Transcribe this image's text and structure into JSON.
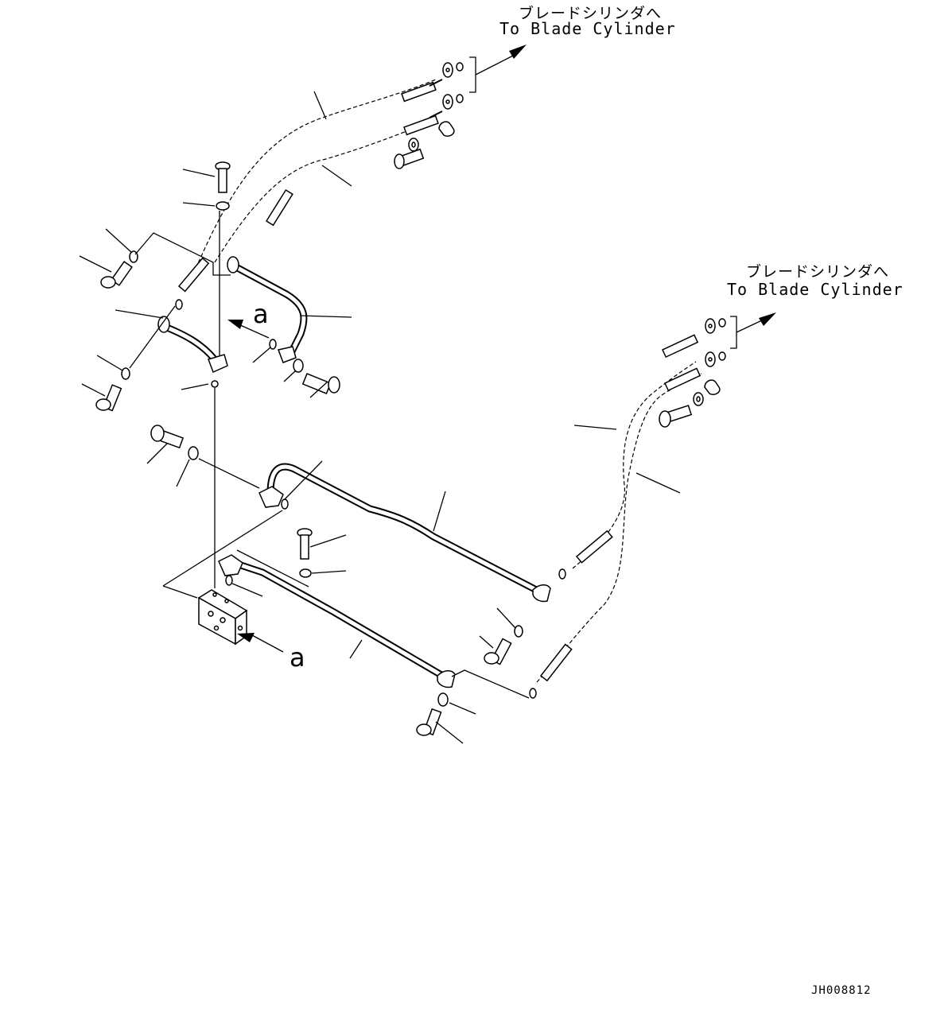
{
  "labels": {
    "top_dest_jp": "ブレードシリンダへ",
    "top_dest_en": "To Blade Cylinder",
    "right_dest_jp": "ブレードシリンダへ",
    "right_dest_en": "To Blade Cylinder",
    "view_a_upper": "a",
    "view_a_lower": "a",
    "drawing_code": "JH008812"
  }
}
